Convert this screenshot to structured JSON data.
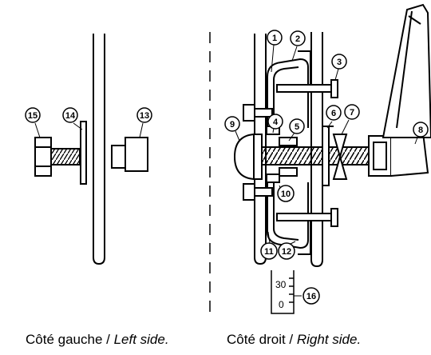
{
  "parts": {
    "p1": "1",
    "p2": "2",
    "p3": "3",
    "p4": "4",
    "p5": "5",
    "p6": "6",
    "p7": "7",
    "p8": "8",
    "p9": "9",
    "p10": "10",
    "p11": "11",
    "p12": "12",
    "p13": "13",
    "p14": "14",
    "p15": "15",
    "p16": "16"
  },
  "scale": {
    "top": "30",
    "bottom": "0"
  },
  "captions": {
    "left_fr": "Côté gauche / ",
    "left_en": "Left side.",
    "right_fr": "Côté droit / ",
    "right_en": "Right side."
  }
}
